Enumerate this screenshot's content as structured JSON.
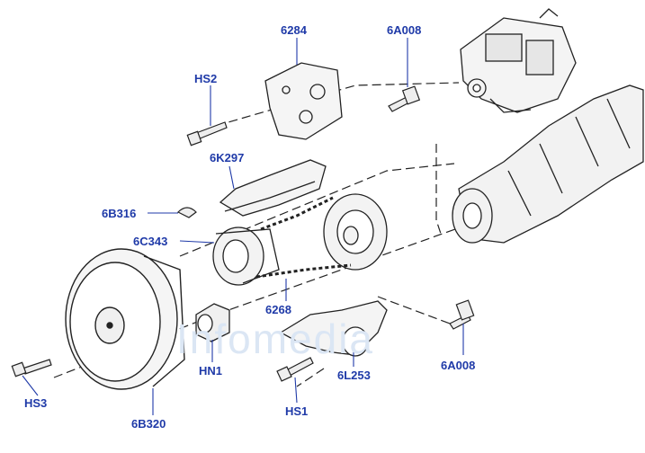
{
  "watermark": "Infomedia",
  "callouts": {
    "c6284": "6284",
    "c6A008_top": "6A008",
    "cHS2": "HS2",
    "c6K297": "6K297",
    "c6B316": "6B316",
    "c6C343": "6C343",
    "c6268": "6268",
    "c6A008_bottom": "6A008",
    "cHN1": "HN1",
    "c6L253": "6L253",
    "cHS3": "HS3",
    "cHS1": "HS1",
    "c6B320": "6B320"
  },
  "colors": {
    "callout_text": "#1f3aa8",
    "leader_line": "#1f3aa8",
    "part_stroke": "#222222",
    "watermark": "#dbe6f4"
  }
}
